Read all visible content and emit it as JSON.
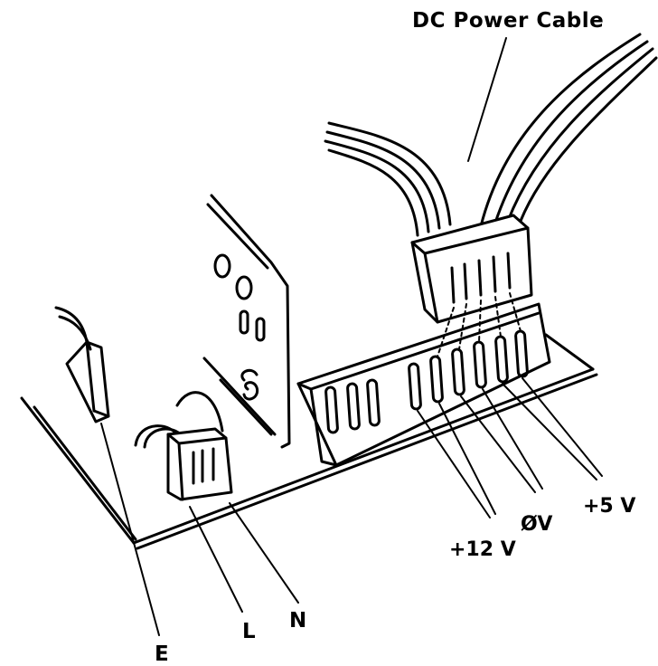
{
  "labels": {
    "dc_power_cable": "DC Power Cable",
    "plus_12v": "+12 V",
    "zero_v": "ØV",
    "plus_5v": "+5 V",
    "neutral": "N",
    "live": "L",
    "earth": "E"
  }
}
